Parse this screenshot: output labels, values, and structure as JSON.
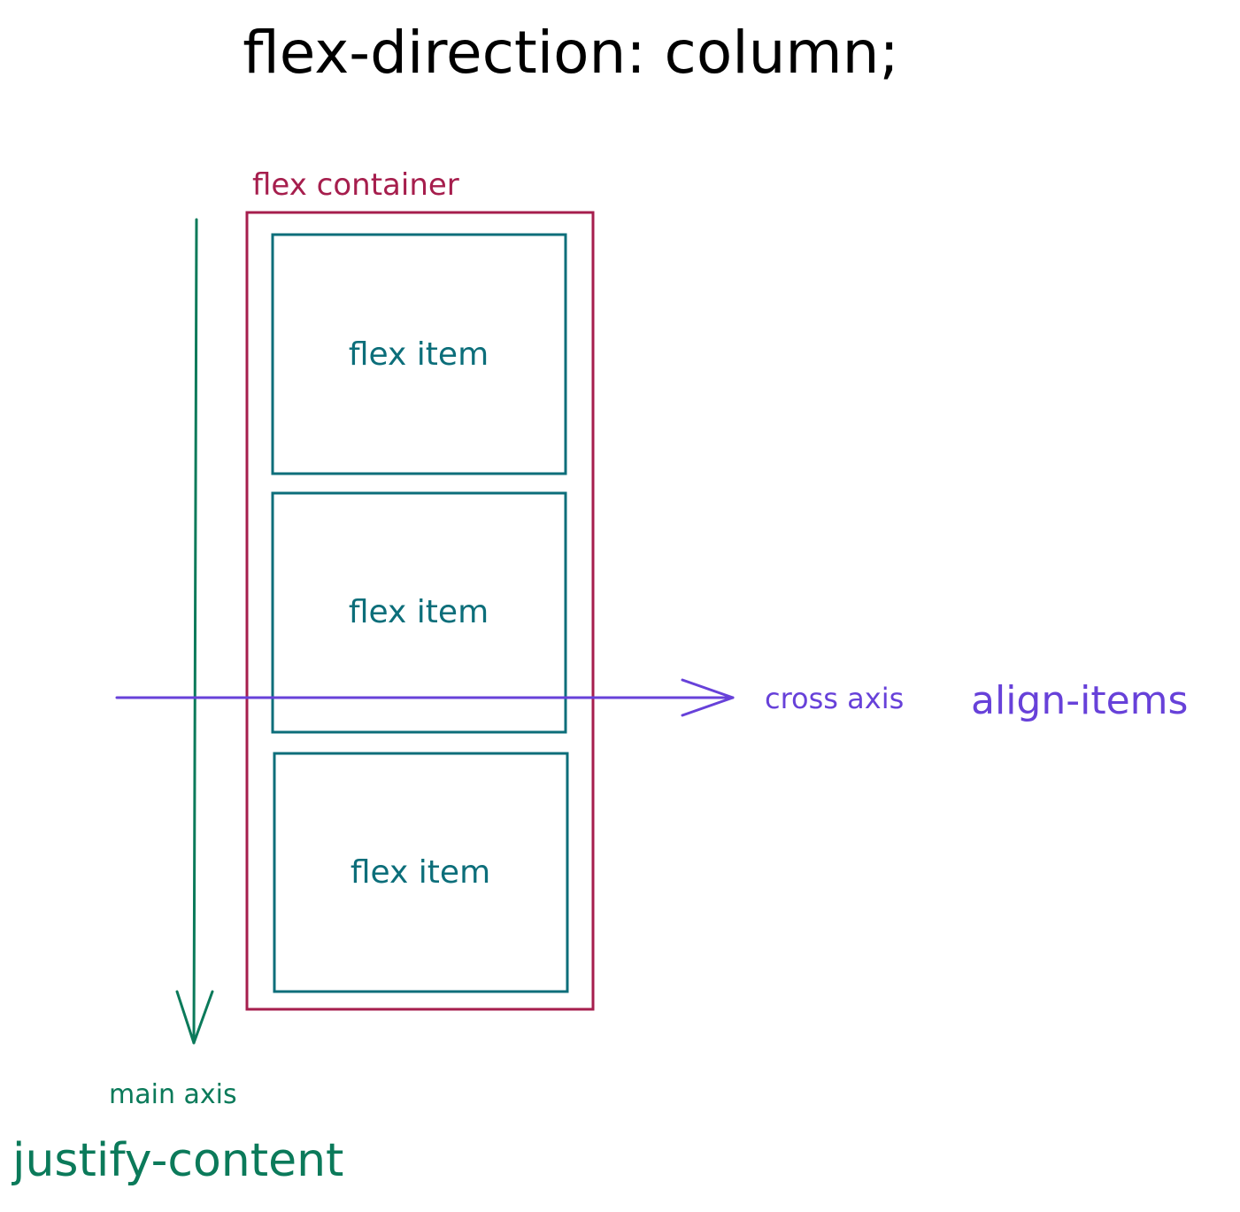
{
  "title": "flex-direction: column;",
  "container": {
    "label": "flex container",
    "color": "#a61e4d"
  },
  "items": {
    "color": "#0c6e7a",
    "list": [
      {
        "label": "flex item"
      },
      {
        "label": "flex item"
      },
      {
        "label": "flex item"
      }
    ]
  },
  "main_axis": {
    "label": "main axis",
    "property": "justify-content",
    "color": "#0b7a5a"
  },
  "cross_axis": {
    "label": "cross axis",
    "property": "align-items",
    "color": "#6741d9"
  }
}
